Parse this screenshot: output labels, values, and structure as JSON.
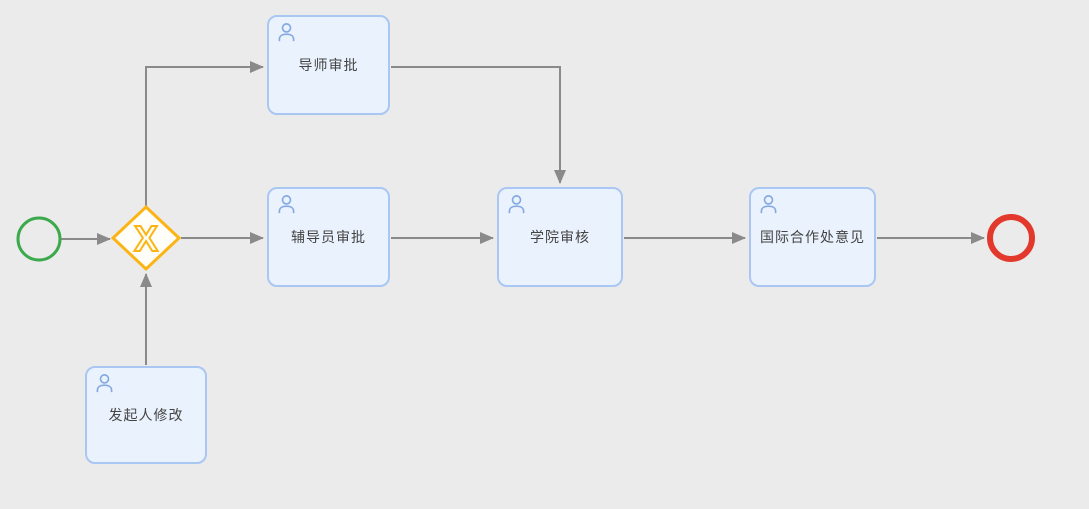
{
  "diagram": {
    "type": "bpmn-flow",
    "background_color": "#ebebeb",
    "connector_color": "#8a8a8a",
    "start_event": {
      "id": "start",
      "shape": "circle",
      "color": "#3ba94c"
    },
    "end_event": {
      "id": "end",
      "shape": "circle",
      "color": "#e2392c"
    },
    "gateway": {
      "id": "exclusive-gateway",
      "type": "exclusive",
      "symbol": "X",
      "color": "#fcb415"
    },
    "task_style": {
      "fill": "#eaf2fd",
      "border_color": "#a9c7f2",
      "icon": "user",
      "icon_color": "#84a9e2",
      "text_color": "#444444"
    },
    "tasks": [
      {
        "id": "tutor-approval",
        "label": "导师审批"
      },
      {
        "id": "counselor-approval",
        "label": "辅导员审批"
      },
      {
        "id": "college-review",
        "label": "学院审核"
      },
      {
        "id": "international-cooperation-office-opinion",
        "label": "国际合作处意见"
      },
      {
        "id": "initiator-revision",
        "label": "发起人修改"
      }
    ],
    "flows": [
      {
        "from": "start",
        "to": "exclusive-gateway"
      },
      {
        "from": "exclusive-gateway",
        "to": "tutor-approval"
      },
      {
        "from": "exclusive-gateway",
        "to": "counselor-approval"
      },
      {
        "from": "tutor-approval",
        "to": "college-review"
      },
      {
        "from": "counselor-approval",
        "to": "college-review"
      },
      {
        "from": "college-review",
        "to": "international-cooperation-office-opinion"
      },
      {
        "from": "international-cooperation-office-opinion",
        "to": "end"
      },
      {
        "from": "initiator-revision",
        "to": "exclusive-gateway"
      }
    ]
  }
}
